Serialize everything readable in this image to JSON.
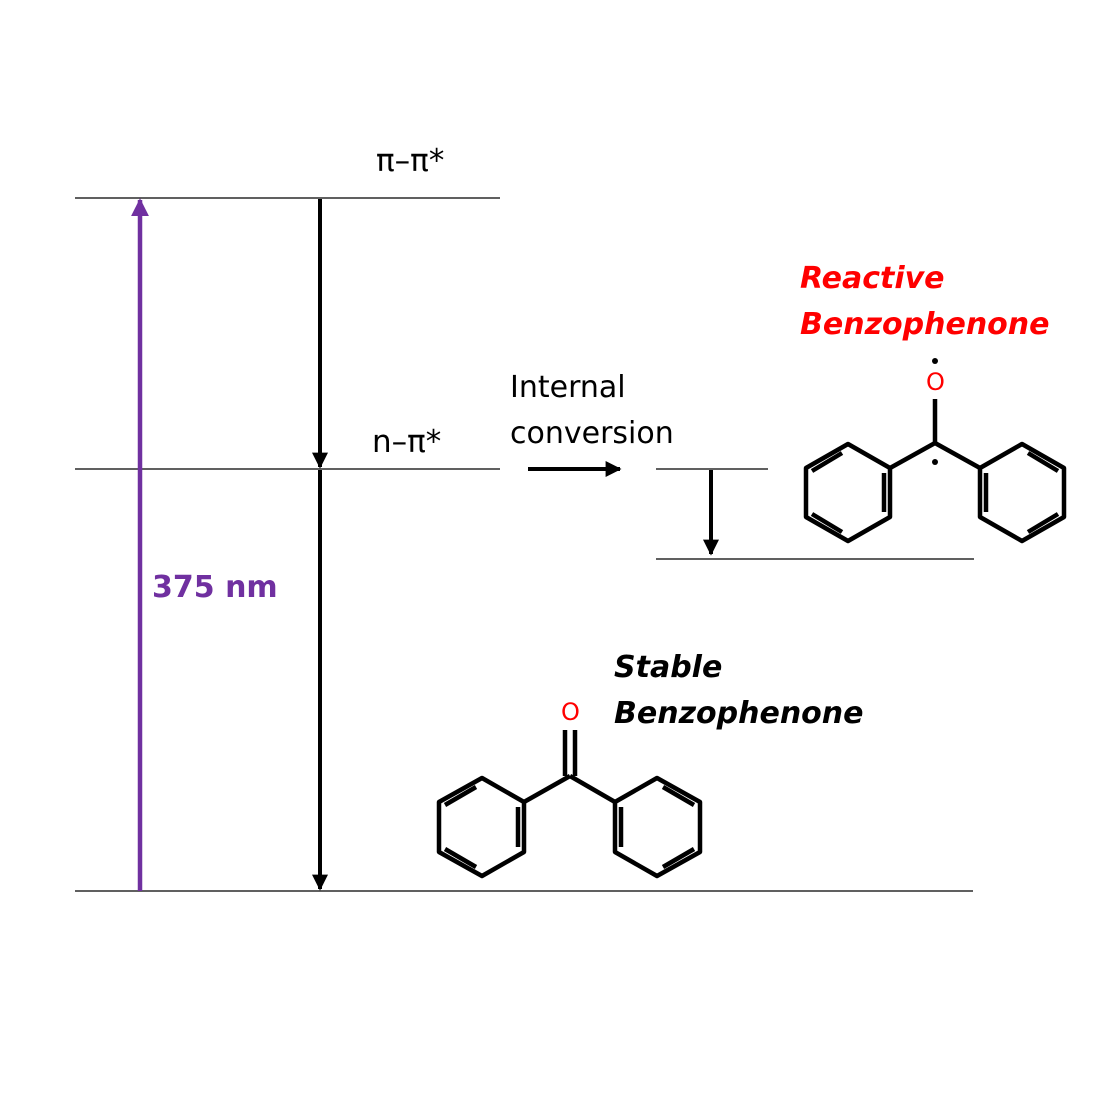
{
  "colors": {
    "excitation": "#7030a0",
    "reactive": "#ff0000",
    "oxygen": "#ff0000",
    "line": "#000000"
  },
  "levels": {
    "pi_pi_star": "π–π*",
    "n_pi_star": "n–π*"
  },
  "excitation": {
    "wavelength": "375 nm"
  },
  "internal_conversion": {
    "line1": "Internal",
    "line2": "conversion"
  },
  "reactive_molecule": {
    "title_line1": "Reactive",
    "title_line2": "Benzophenone",
    "oxygen_symbol": "O"
  },
  "stable_molecule": {
    "title_line1": "Stable",
    "title_line2": "Benzophenone",
    "oxygen_symbol": "O"
  }
}
